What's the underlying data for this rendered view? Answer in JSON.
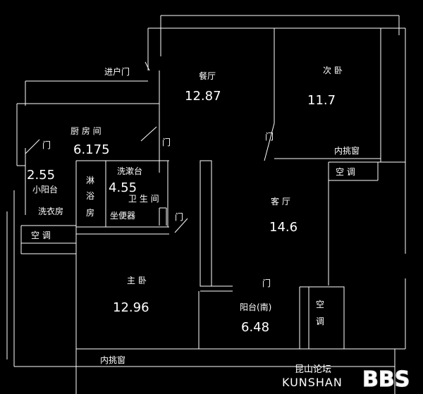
{
  "rooms": {
    "dining": {
      "label": "餐厅",
      "area": "12.87"
    },
    "second_bedroom": {
      "label": "次 卧",
      "area": "11.7"
    },
    "kitchen": {
      "label": "厨 房 间",
      "area": "6.175"
    },
    "small_balcony": {
      "label": "小阳台",
      "area": "2.55"
    },
    "laundry": {
      "label": "洗衣房"
    },
    "shower": {
      "label": [
        "淋",
        "浴",
        "房"
      ]
    },
    "bathroom": {
      "label": "卫 生 间",
      "area": "4.55",
      "basin": "洗漱台",
      "toilet": "坐便器"
    },
    "living": {
      "label": "客 厅",
      "area": "14.6"
    },
    "master_bedroom": {
      "label": "主 卧",
      "area": "12.96"
    },
    "balcony_south": {
      "label": "阳台(南)",
      "area": "6.48"
    }
  },
  "labels": {
    "entrance_door": "进户门",
    "door": "门",
    "bay_window": "内挑窗",
    "air_conditioner": "空 调",
    "ac_vertical": [
      "空",
      "调"
    ]
  },
  "watermark": {
    "chinese": "昆山论坛",
    "brand": "KUNSHAN",
    "bbs": "BBS"
  }
}
